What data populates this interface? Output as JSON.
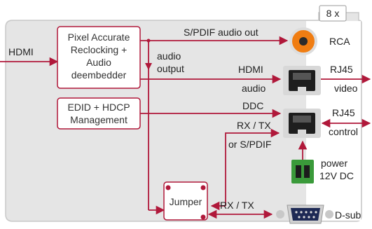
{
  "diagram": {
    "multiplier": "8 x",
    "input_label": "HDMI",
    "blocks": {
      "relocking": [
        "Pixel Accurate",
        "Reclocking +",
        "Audio",
        "deembedder"
      ],
      "edid": [
        "EDID + HDCP",
        "Management"
      ],
      "jumper": "Jumper"
    },
    "signals": {
      "spdif_audio_out": "S/PDIF audio out",
      "audio_output": [
        "audio",
        "output"
      ],
      "hdmi_top": "HDMI",
      "hdmi_audio": "audio",
      "ddc": "DDC",
      "rx_tx_or_spdif": [
        "RX / TX",
        "or S/PDIF"
      ],
      "rx_tx_bottom": "RX / TX"
    },
    "ports": {
      "rca": "RCA",
      "rj45_video": [
        "RJ45",
        "video"
      ],
      "rj45_control": [
        "RJ45",
        "control"
      ],
      "power": [
        "power",
        "12V DC"
      ],
      "dsub": "D-sub"
    },
    "colors": {
      "arrow": "#b0183a",
      "panel": "#e5e5e5",
      "panel_border": "#c8c8c8",
      "rca_orange": "#f07d12",
      "terminal_green": "#3a9a3a"
    }
  }
}
